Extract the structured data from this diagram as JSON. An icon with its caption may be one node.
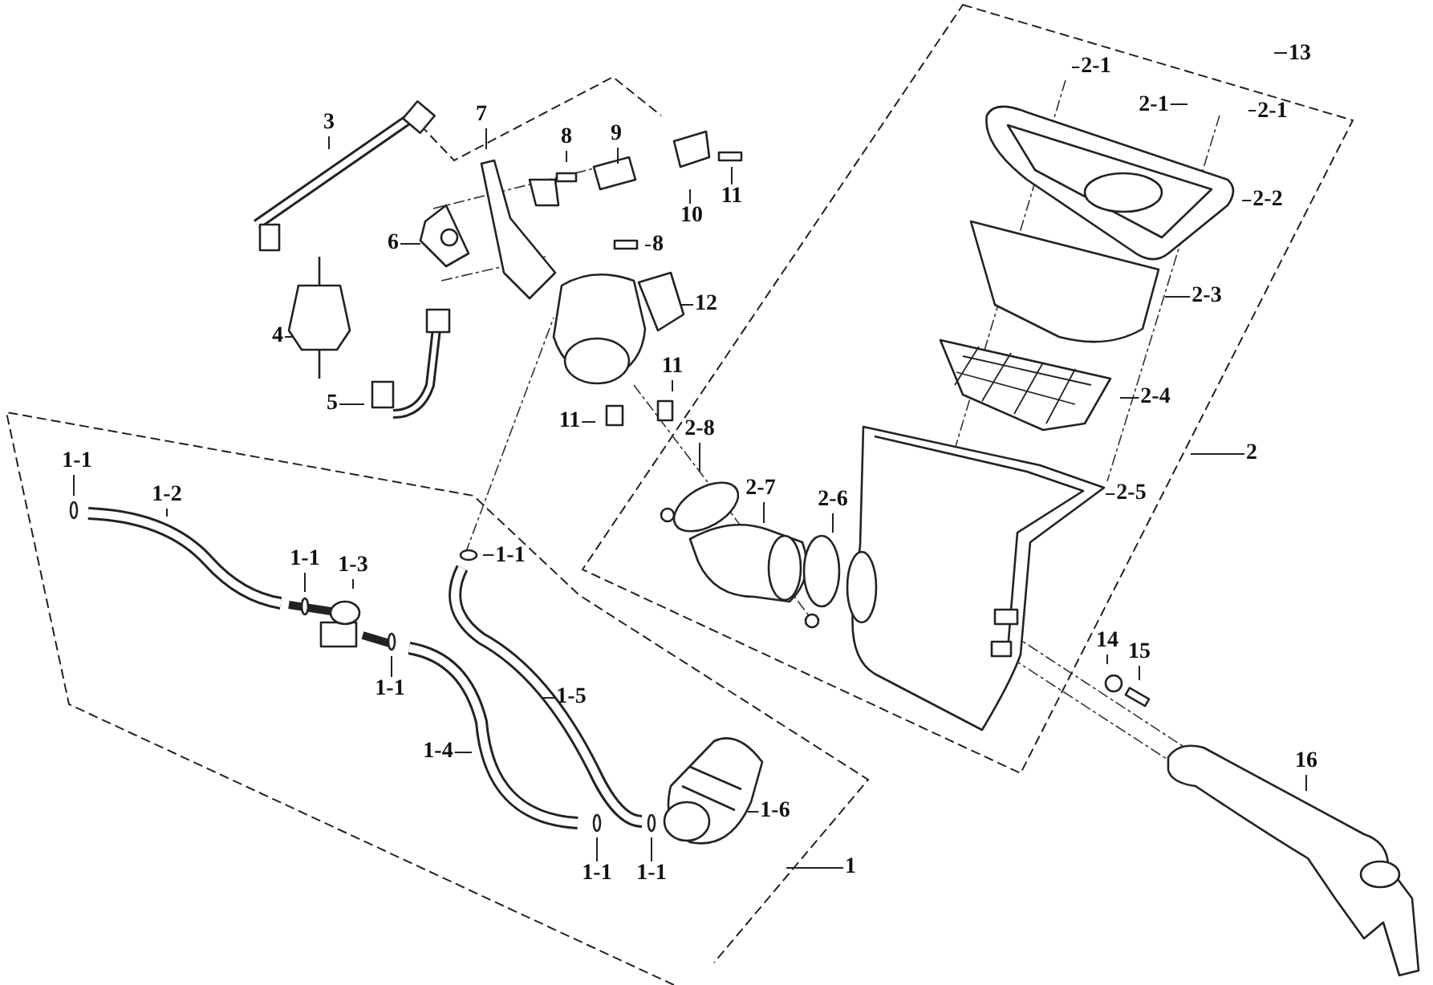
{
  "diagram": {
    "nodes": [
      {
        "text": [
          "13"
        ]
      },
      {
        "text": [
          "2-1"
        ]
      },
      {
        "text": [
          "2-1"
        ]
      },
      {
        "text": [
          "2-1"
        ]
      },
      {
        "text": [
          "3"
        ]
      },
      {
        "text": [
          "9"
        ]
      },
      {
        "text": [
          "7"
        ]
      },
      {
        "text": [
          "8"
        ]
      },
      {
        "text": [
          "11"
        ]
      },
      {
        "text": [
          "2-2"
        ]
      },
      {
        "text": [
          "10"
        ]
      },
      {
        "text": [
          "6"
        ]
      },
      {
        "text": [
          "8"
        ]
      },
      {
        "text": [
          "2-3"
        ]
      },
      {
        "text": [
          "12"
        ]
      },
      {
        "text": [
          "4"
        ]
      },
      {
        "text": [
          "11"
        ]
      },
      {
        "text": [
          "2-4"
        ]
      },
      {
        "text": [
          "5"
        ]
      },
      {
        "text": [
          "11"
        ]
      },
      {
        "text": [
          "2-8"
        ]
      },
      {
        "text": [
          "2"
        ]
      },
      {
        "text": [
          "1-1"
        ]
      },
      {
        "text": [
          "2-7"
        ]
      },
      {
        "text": [
          "2-5"
        ]
      },
      {
        "text": [
          "1-2"
        ]
      },
      {
        "text": [
          "2-6"
        ]
      },
      {
        "text": [
          "1-1"
        ]
      },
      {
        "text": [
          "1-1"
        ]
      },
      {
        "text": [
          "1-3"
        ]
      },
      {
        "text": [
          "14"
        ]
      },
      {
        "text": [
          "15"
        ]
      },
      {
        "text": [
          "1-1"
        ]
      },
      {
        "text": [
          "1-5"
        ]
      },
      {
        "text": [
          "1-4"
        ]
      },
      {
        "text": [
          "16"
        ]
      },
      {
        "text": [
          "1-6"
        ]
      },
      {
        "text": [
          "1"
        ]
      },
      {
        "text": [
          "1-1"
        ]
      },
      {
        "text": [
          "1-1"
        ]
      }
    ],
    "edges": [
      {
        "from": 0,
        "to": null,
        "arrow": "none"
      },
      {
        "from": 1,
        "to": null,
        "arrow": "none"
      },
      {
        "from": 2,
        "to": null,
        "arrow": "none"
      },
      {
        "from": 3,
        "to": null,
        "arrow": "none"
      },
      {
        "from": 4,
        "to": null,
        "arrow": "none"
      },
      {
        "from": 5,
        "to": null,
        "arrow": "none"
      },
      {
        "from": 6,
        "to": null,
        "arrow": "none"
      },
      {
        "from": 7,
        "to": null,
        "arrow": "none"
      },
      {
        "from": 8,
        "to": null,
        "arrow": "none"
      },
      {
        "from": 9,
        "to": null,
        "arrow": "none"
      },
      {
        "from": 10,
        "to": null,
        "arrow": "none"
      },
      {
        "from": 11,
        "to": null,
        "arrow": "none"
      },
      {
        "from": 12,
        "to": null,
        "arrow": "none"
      },
      {
        "from": 13,
        "to": null,
        "arrow": "none"
      },
      {
        "from": 14,
        "to": null,
        "arrow": "none"
      },
      {
        "from": 15,
        "to": null,
        "arrow": "none"
      },
      {
        "from": 16,
        "to": null,
        "arrow": "none"
      },
      {
        "from": 17,
        "to": null,
        "arrow": "none"
      },
      {
        "from": 18,
        "to": null,
        "arrow": "none"
      },
      {
        "from": 19,
        "to": null,
        "arrow": "none"
      },
      {
        "from": 20,
        "to": null,
        "arrow": "none"
      },
      {
        "from": 21,
        "to": null,
        "arrow": "none"
      },
      {
        "from": 22,
        "to": null,
        "arrow": "none"
      },
      {
        "from": 23,
        "to": null,
        "arrow": "none"
      },
      {
        "from": 24,
        "to": null,
        "arrow": "none"
      },
      {
        "from": 25,
        "to": null,
        "arrow": "none"
      },
      {
        "from": 26,
        "to": null,
        "arrow": "none"
      },
      {
        "from": 27,
        "to": null,
        "arrow": "none"
      },
      {
        "from": 28,
        "to": null,
        "arrow": "none"
      },
      {
        "from": 29,
        "to": null,
        "arrow": "none"
      },
      {
        "from": 30,
        "to": null,
        "arrow": "none"
      },
      {
        "from": 31,
        "to": null,
        "arrow": "none"
      },
      {
        "from": 32,
        "to": null,
        "arrow": "none"
      },
      {
        "from": 33,
        "to": null,
        "arrow": "none"
      },
      {
        "from": 34,
        "to": null,
        "arrow": "none"
      },
      {
        "from": 35,
        "to": null,
        "arrow": "none"
      },
      {
        "from": 36,
        "to": null,
        "arrow": "none"
      },
      {
        "from": 37,
        "to": null,
        "arrow": "none"
      },
      {
        "from": 38,
        "to": null,
        "arrow": "none"
      },
      {
        "from": 39,
        "to": null,
        "arrow": "none"
      }
    ]
  }
}
